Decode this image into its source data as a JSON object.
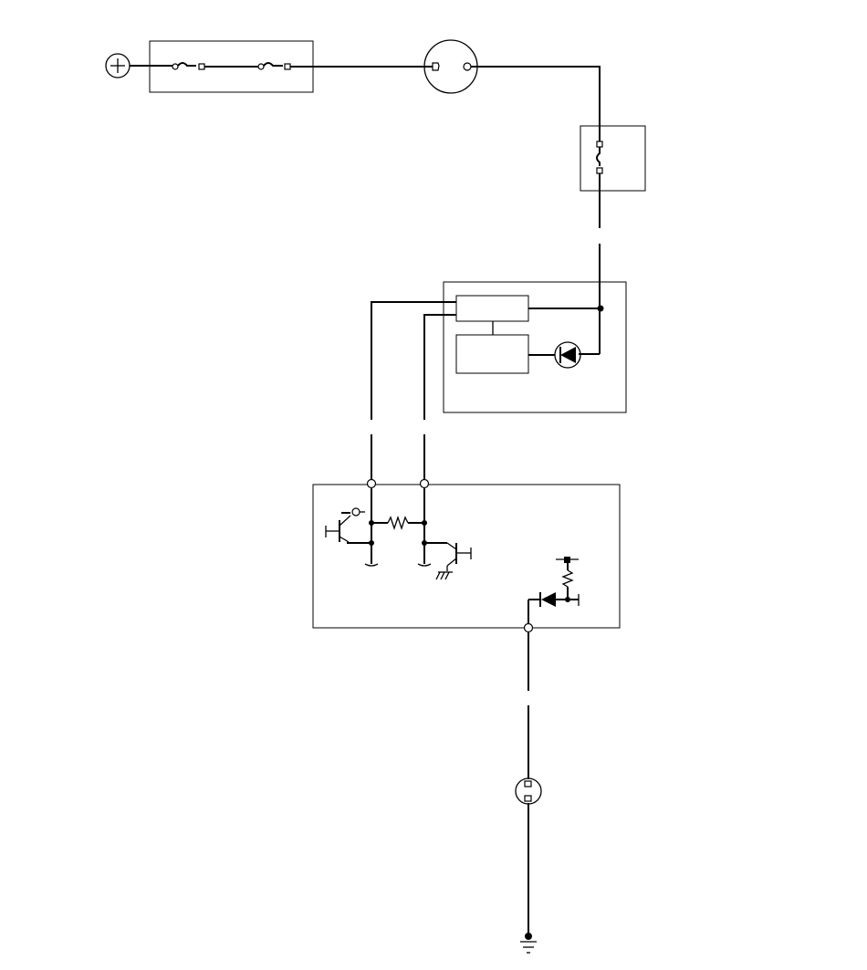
{
  "diagram": {
    "ink_color": "#000000",
    "background_color": "#ffffff",
    "components": [
      {
        "id": "battery-positive",
        "icon": "plus-in-circle"
      },
      {
        "id": "fuse-box",
        "icon": "fuse-pair"
      },
      {
        "id": "connector-round",
        "icon": "round-connector"
      },
      {
        "id": "fuse-single",
        "icon": "fuse"
      },
      {
        "id": "control-module",
        "icon": "module-with-diode"
      },
      {
        "id": "transistor-unit",
        "icon": "transistor-network"
      },
      {
        "id": "bulb-connector",
        "icon": "lamp-socket"
      },
      {
        "id": "ground",
        "icon": "ground-symbol"
      }
    ]
  }
}
